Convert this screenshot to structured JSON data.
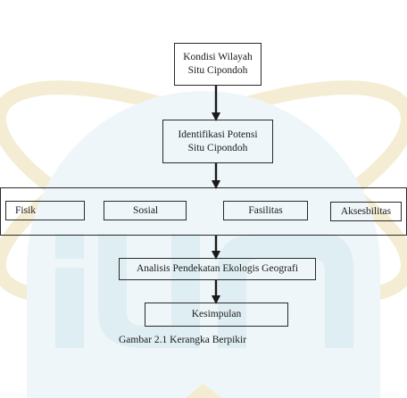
{
  "diagram": {
    "nodes": {
      "kondisi": {
        "line1": "Kondisi Wilayah",
        "line2": "Situ Cipondoh"
      },
      "identifikasi": {
        "line1": "Identifikasi Potensi",
        "line2": "Situ Cipondoh"
      },
      "factors": [
        "Fisik",
        "Sosial",
        "Fasilitas",
        "Aksesbilitas"
      ],
      "analisis": "Analisis Pendekatan Ekologis Geografi",
      "kesimpulan": "Kesimpulan"
    },
    "caption": "Gambar 2.1 Kerangka Berpikir"
  },
  "colors": {
    "watermark_blue": "#dfeef3",
    "watermark_gold": "#f3ecd0",
    "ink": "#1a1a1a"
  }
}
